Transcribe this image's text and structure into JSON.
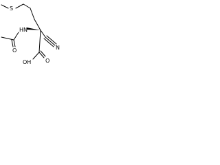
{
  "molecule": {
    "atoms": {
      "sulfur": "S",
      "nitrogen_amide": "HN",
      "oxygen_acetyl": "O",
      "nitrogen_nitrile": "N",
      "oxygen_carbonyl": "O",
      "hydroxyl": "OH"
    },
    "bond_color": "#000000",
    "background_color": "#ffffff"
  }
}
